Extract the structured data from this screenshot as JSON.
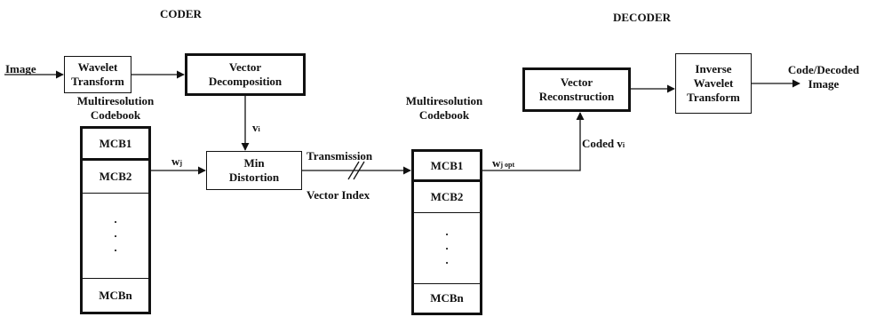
{
  "titles": {
    "coder": "CODER",
    "decoder": "DECODER"
  },
  "input_label": "Image",
  "output_label": {
    "line1": "Code/Decoded",
    "line2": "Image"
  },
  "blocks": {
    "wavelet": {
      "line1": "Wavelet",
      "line2": "Transform"
    },
    "vector_decomp": {
      "line1": "Vector",
      "line2": "Decomposition"
    },
    "min_distortion": {
      "line1": "Min",
      "line2": "Distortion"
    },
    "vector_recon": {
      "line1": "Vector",
      "line2": "Reconstruction"
    },
    "inverse_wavelet": {
      "line1": "Inverse",
      "line2": "Wavelet",
      "line3": "Transform"
    }
  },
  "codebook_title": {
    "line1": "Multiresolution",
    "line2": "Codebook"
  },
  "codebook_entries": [
    "MCB1",
    "MCB2",
    "·",
    "·",
    "·",
    "MCBn"
  ],
  "signals": {
    "vi": "v",
    "vi_sub": "i",
    "wj": "w",
    "wj_sub": "j",
    "wj_opt": "w",
    "wj_opt_sub": "j opt",
    "transmission": "Transmission",
    "vector_index": "Vector Index",
    "coded_vi": "Coded v",
    "coded_vi_sub": "i"
  }
}
